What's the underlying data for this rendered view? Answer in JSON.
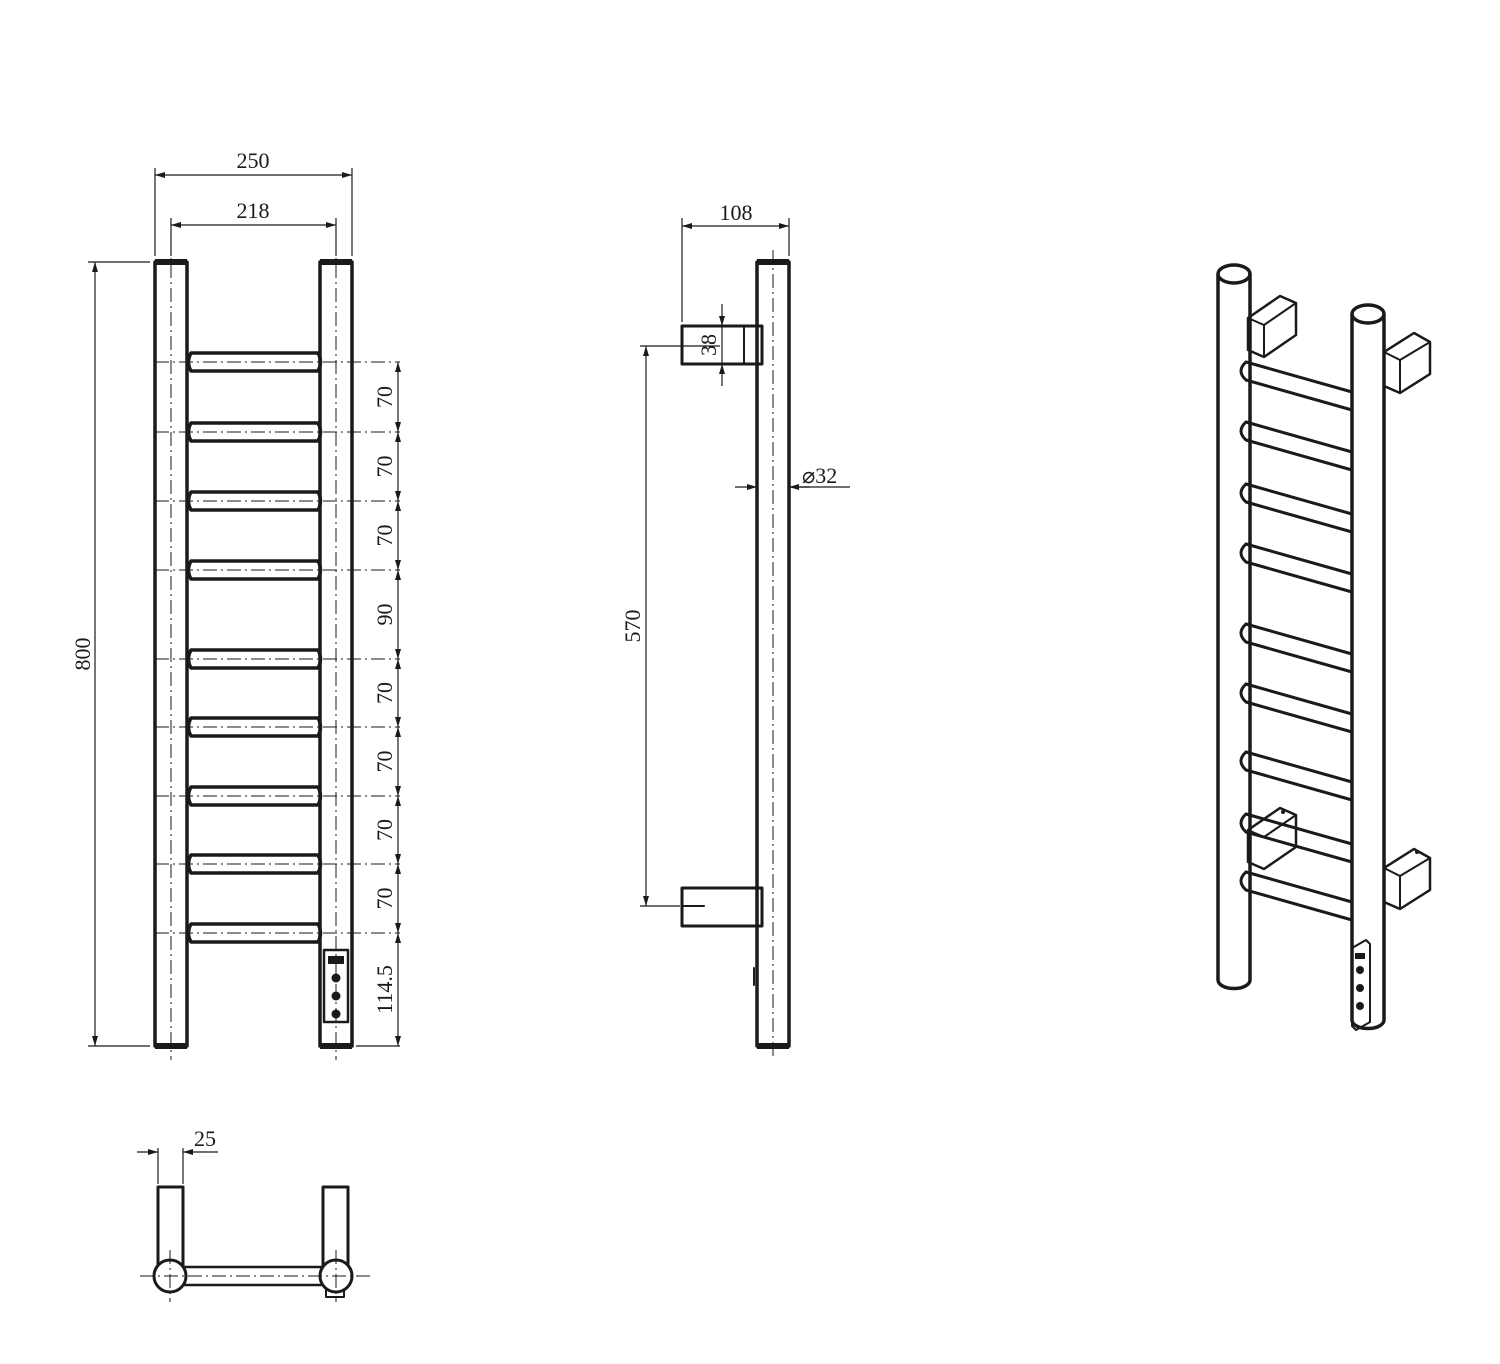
{
  "front_view": {
    "dim_overall_width": "250",
    "dim_inner_width": "218",
    "dim_overall_height": "800",
    "rung_spacings": [
      "70",
      "70",
      "70",
      "90",
      "70",
      "70",
      "70",
      "70"
    ],
    "dim_bottom": "114.5"
  },
  "side_view": {
    "dim_depth": "108",
    "dim_bracket_height": "38",
    "dim_tube_diameter": "32",
    "dim_bracket_spacing": "570"
  },
  "top_view": {
    "dim_tube_width": "25"
  }
}
